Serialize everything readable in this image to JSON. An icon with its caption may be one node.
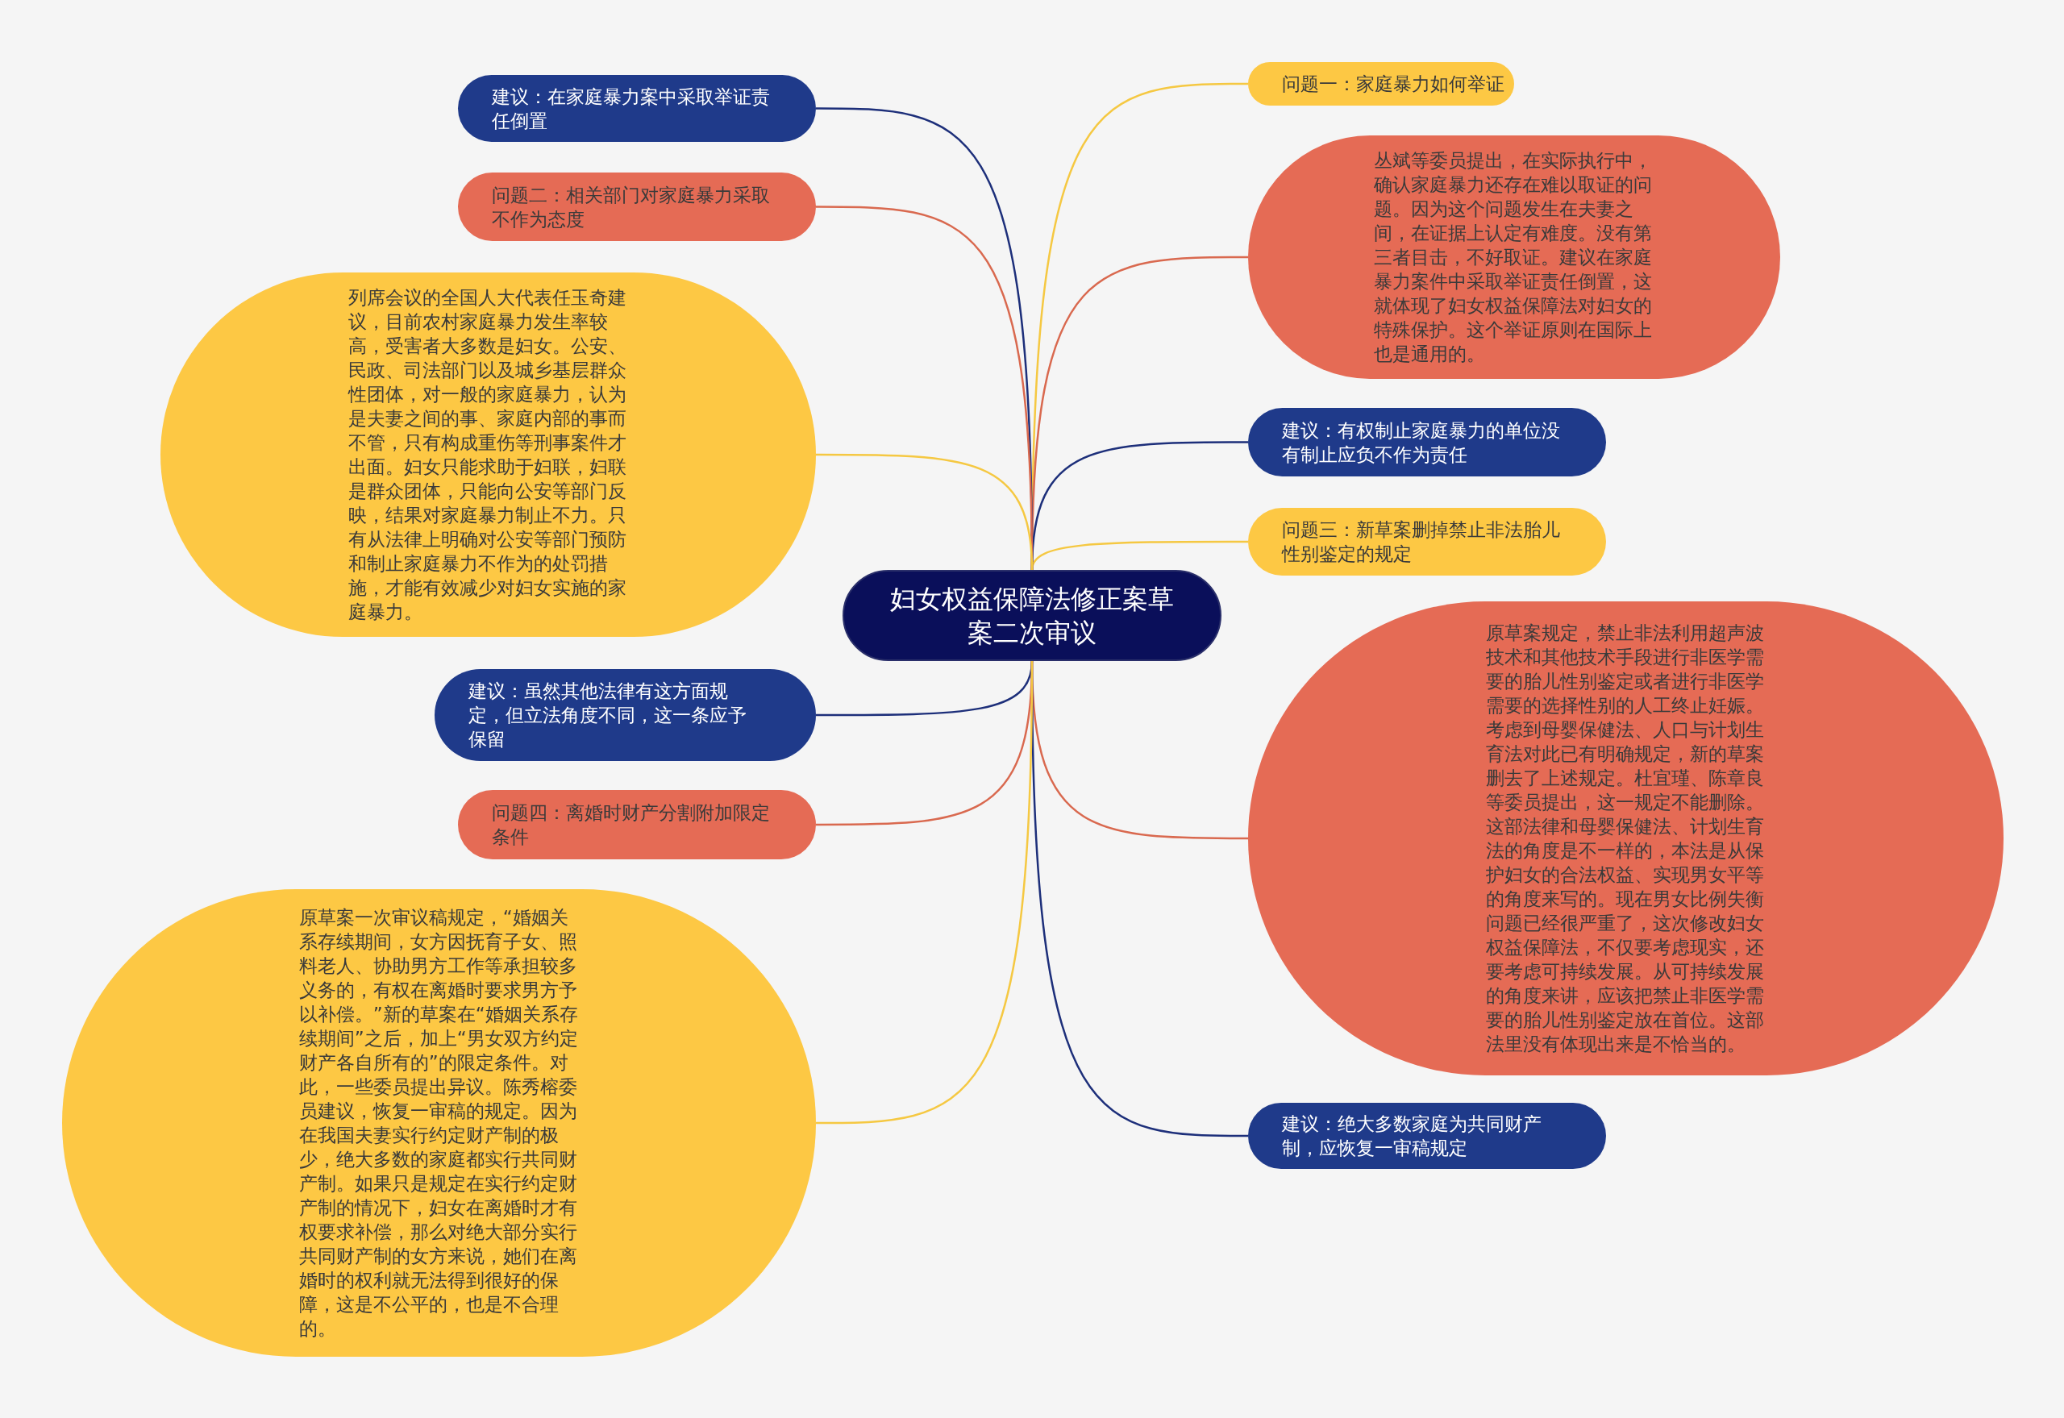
{
  "diagram": {
    "nodes": [
      {
        "text": [
          "妇女权益保障法修正案草案二次审议"
        ]
      },
      {
        "text": [
          "问题一：家庭暴力如何举证"
        ]
      },
      {
        "text": [
          "丛斌等委员提出，在实际执行中，确认家庭暴力还存在难以取证的问题。因为这个问题发生在夫妻之间，在证据上认定有难度。没有第三者目击，不好取证。建议在家庭暴力案件中采取举证责任倒置，这就体现了妇女权益保障法对妇女的特殊保护。这个举证原则在国际上也是通用的。"
        ]
      },
      {
        "text": [
          "建议：有权制止家庭暴力的单位没有制止应负不作为责任"
        ]
      },
      {
        "text": [
          "问题三：新草案删掉禁止非法胎儿性别鉴定的规定"
        ]
      },
      {
        "text": [
          "原草案规定，禁止非法利用超声波技术和其他技术手段进行非医学需要的胎儿性别鉴定或者进行非医学需要的选择性别的人工终止妊娠。考虑到母婴保健法、人口与计划生育法对此已有明确规定，新的草案删去了上述规定。杜宜瑾、陈章良等委员提出，这一规定不能删除。这部法律和母婴保健法、计划生育法的角度是不一样的，本法是从保护妇女的合法权益、实现男女平等的角度来写的。现在男女比例失衡问题已经很严重了，这次修改妇女权益保障法，不仅要考虑现实，还要考虑可持续发展。从可持续发展的角度来讲，应该把禁止非医学需要的胎儿性别鉴定放在首位。这部法里没有体现出来是不恰当的。"
        ]
      },
      {
        "text": [
          "建议：绝大多数家庭为共同财产制，应恢复一审稿规定"
        ]
      },
      {
        "text": [
          "建议：在家庭暴力案中采取举证责任倒置"
        ]
      },
      {
        "text": [
          "问题二：相关部门对家庭暴力采取不作为态度"
        ]
      },
      {
        "text": [
          "列席会议的全国人大代表任玉奇建议，目前农村家庭暴力发生率较高，受害者大多数是妇女。公安、民政、司法部门以及城乡基层群众性团体，对一般的家庭暴力，认为是夫妻之间的事、家庭内部的事而不管，只有构成重伤等刑事案件才出面。妇女只能求助于妇联，妇联是群众团体，只能向公安等部门反映，结果对家庭暴力制止不力。只有从法律上明确对公安等部门预防和制止家庭暴力不作为的处罚措施，才能有效减少对妇女实施的家庭暴力。"
        ]
      },
      {
        "text": [
          "建议：虽然其他法律有这方面规定，但立法角度不同，这一条应予保留"
        ]
      },
      {
        "text": [
          "问题四：离婚时财产分割附加限定条件"
        ]
      },
      {
        "text": [
          "原草案一次审议稿规定，“婚姻关系存续期间，女方因抚育子女、照料老人、协助男方工作等承担较多义务的，有权在离婚时要求男方予以补偿。”新的草案在“婚姻关系存续期间”之后，加上“男女双方约定财产各自所有的”的限定条件。对此，一些委员提出异议。陈秀榕委员建议，恢复一审稿的规定。因为在我国夫妻实行约定财产制的极少，绝大多数的家庭都实行共同财产制。如果只是规定在实行约定财产制的情况下，妇女在离婚时才有权要求补偿，那么对绝大部分实行共同财产制的女方来说，她们在离婚时的权利就无法得到很好的保障，这是不公平的，也是不合理的。"
        ]
      }
    ],
    "edges": [
      {
        "from": 0,
        "to": 1,
        "arrow": "none",
        "color": "#f5c842"
      },
      {
        "from": 0,
        "to": 2,
        "arrow": "none",
        "color": "#d9694f"
      },
      {
        "from": 0,
        "to": 3,
        "arrow": "none",
        "color": "#1d2f7a"
      },
      {
        "from": 0,
        "to": 4,
        "arrow": "none",
        "color": "#f5c842"
      },
      {
        "from": 0,
        "to": 5,
        "arrow": "none",
        "color": "#d9694f"
      },
      {
        "from": 0,
        "to": 6,
        "arrow": "none",
        "color": "#1d2f7a"
      },
      {
        "from": 0,
        "to": 7,
        "arrow": "none",
        "color": "#1d2f7a"
      },
      {
        "from": 0,
        "to": 8,
        "arrow": "none",
        "color": "#d9694f"
      },
      {
        "from": 0,
        "to": 9,
        "arrow": "none",
        "color": "#f5c842"
      },
      {
        "from": 0,
        "to": 10,
        "arrow": "none",
        "color": "#1d2f7a"
      },
      {
        "from": 0,
        "to": 11,
        "arrow": "none",
        "color": "#d9694f"
      },
      {
        "from": 0,
        "to": 12,
        "arrow": "none",
        "color": "#f5c842"
      }
    ]
  }
}
